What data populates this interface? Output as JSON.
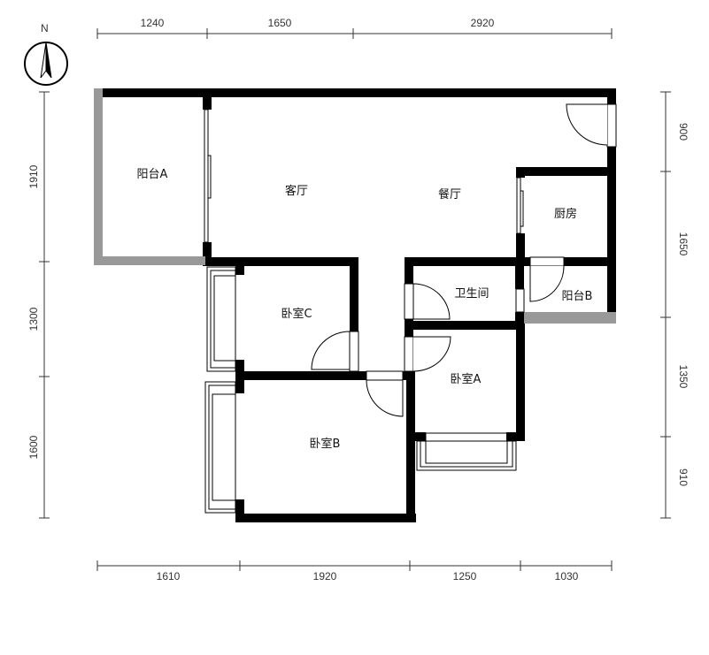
{
  "compass": {
    "label": "N"
  },
  "dimensions": {
    "top": [
      "1240",
      "1650",
      "2920"
    ],
    "bottom": [
      "1610",
      "1920",
      "1250",
      "1030"
    ],
    "left": [
      "1910",
      "1300",
      "1600"
    ],
    "right": [
      "900",
      "1650",
      "1350",
      "910"
    ]
  },
  "rooms": {
    "balcony_a": "阳台A",
    "living_room": "客厅",
    "dining_room": "餐厅",
    "kitchen": "厨房",
    "bathroom": "卫生间",
    "balcony_b": "阳台B",
    "bedroom_c": "卧室C",
    "bedroom_a": "卧室A",
    "bedroom_b": "卧室B"
  },
  "colors": {
    "wall": "#000000",
    "balcony_wall": "#999999"
  }
}
